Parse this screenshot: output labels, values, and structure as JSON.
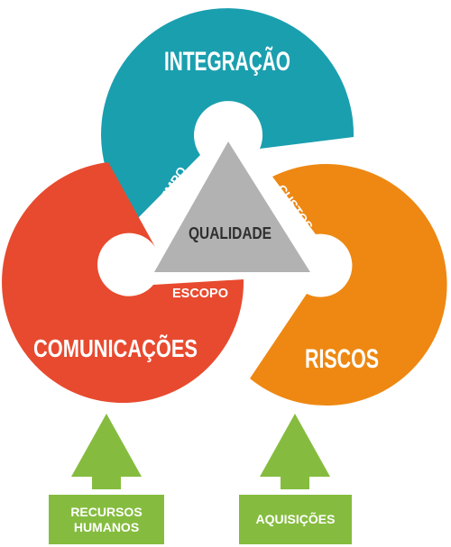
{
  "lobes": {
    "integracao": {
      "label": "INTEGRAÇÃO",
      "color": "#1a9faf"
    },
    "comunicacoes": {
      "label": "COMUNICAÇÕES",
      "color": "#e84a2f"
    },
    "riscos": {
      "label": "RISCOS",
      "color": "#ee8812"
    }
  },
  "triangle": {
    "label": "QUALIDADE",
    "color": "#b2b2b2",
    "text_color": "#2f2f2f"
  },
  "edges": {
    "tempo": "TEMPO",
    "custos": "CUSTOS",
    "escopo": "ESCOPO"
  },
  "inputs": [
    {
      "line1": "RECURSOS",
      "line2": "HUMANOS",
      "color": "#85bc3f"
    },
    {
      "line1": "AQUISIÇÕES",
      "color": "#85bc3f"
    }
  ]
}
